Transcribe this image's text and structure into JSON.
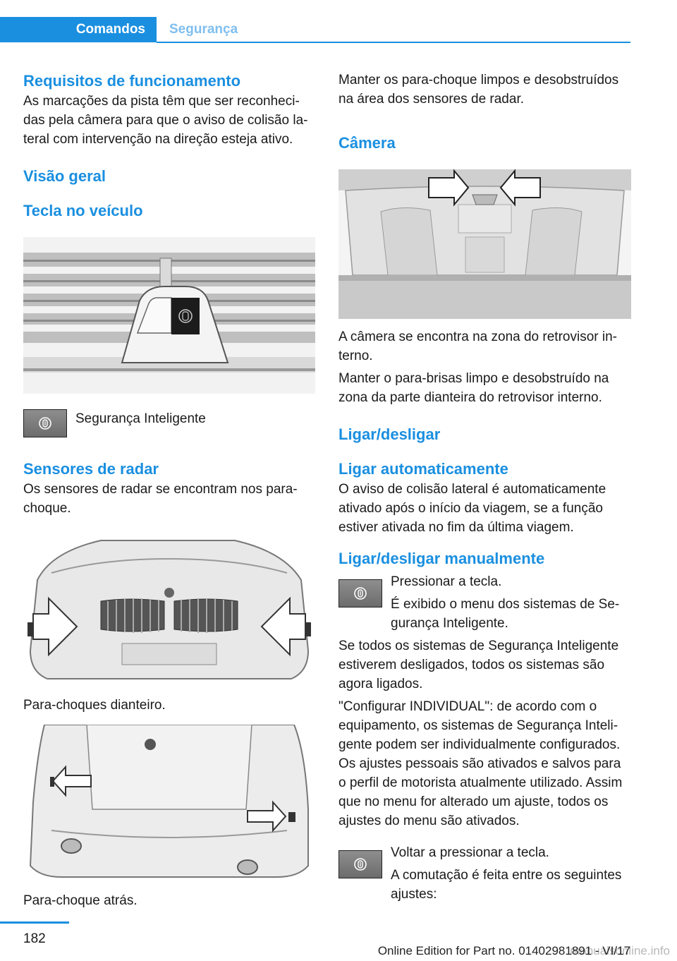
{
  "header": {
    "tab_active": "Comandos",
    "tab_inactive": "Segurança"
  },
  "left": {
    "h_req": "Requisitos de funcionamento",
    "p_req": "As marcações da pista têm que ser reconheci­das pela câmera para que o aviso de colisão la­teral com intervenção na direção esteja ativo.",
    "h_overview": "Visão geral",
    "h_button": "Tecla no veículo",
    "button_label": "Segurança Inteligente",
    "h_radar": "Sensores de radar",
    "p_radar": "Os sensores de radar se encontram nos para­-choque.",
    "caption_front": "Para-choques dianteiro.",
    "caption_rear": "Para-choque atrás."
  },
  "right": {
    "p_keep_clean": "Manter os para-choque limpos e desobstruí­dos na área dos sensores de radar.",
    "h_camera": "Câmera",
    "p_camera1": "A câmera se encontra na zona do retrovisor in­terno.",
    "p_camera2": "Manter o para-brisas limpo e desobstruído na zona da parte dianteira do retrovisor interno.",
    "h_onoff": "Ligar/desligar",
    "h_auto": "Ligar automaticamente",
    "p_auto": "O aviso de colisão lateral é automaticamente ativado após o início da viagem, se a função estiver ativada no fim da última viagem.",
    "h_manual": "Ligar/desligar manualmente",
    "manual_step1": "Pressionar a tecla.",
    "manual_step2": "É exibido o menu dos sistemas de Se­gurança Inteligente.",
    "p_all_off": "Se todos os sistemas de Segurança Inteli­gente estiverem desligados, todos os sistemas são agora ligados.",
    "p_config": "\"Configurar INDIVIDUAL\": de acordo com o equipamento, os sistemas de Segurança Inteli­gente podem ser individualmente configura­dos. Os ajustes pessoais são ativados e salvos para o perfil de motorista atualmente utilizado. Assim que no menu for alterado um ajuste, to­dos os ajustes do menu são ativados.",
    "again_step1": "Voltar a pressionar a tecla.",
    "again_step2": "A comutação é feita entre os seguin­tes ajustes:"
  },
  "footer": {
    "page_number": "182",
    "edition": "Online Edition for Part no. 01402981891 - VI/17",
    "watermark": "manualsonline.info"
  },
  "colors": {
    "accent": "#1a8fe0"
  }
}
